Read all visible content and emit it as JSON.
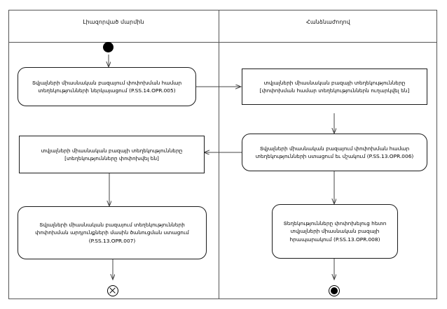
{
  "diagram": {
    "type": "uml-activity-swimlane",
    "lanes": [
      {
        "id": "left",
        "title": "Լիազորված մարմին"
      },
      {
        "id": "right",
        "title": "Հանձնաժողով"
      }
    ],
    "nodes": {
      "initial": {
        "kind": "initial-node",
        "lane": "left"
      },
      "a1": {
        "kind": "activity",
        "lane": "left",
        "text": "Տվյալների միասնական բազայում փոփոխման համար\nտեղեկությունների ներկայացում (P.SS.14.OPR.005)"
      },
      "o1": {
        "kind": "object-node",
        "lane": "right",
        "text": "տվյալների միասնական բազայի տեղեկությունները\n[փոփոխման համար տեղեկություններն ուղարկվել են]"
      },
      "a2": {
        "kind": "activity",
        "lane": "right",
        "text": "Տվյալների միասնական բազայում փոփոխման համար\nտեղեկությունների ստացում եւ մշակում (P.SS.13.OPR.006)"
      },
      "o2": {
        "kind": "object-node",
        "lane": "left",
        "text": "տվյալների միասնական բազայի տեղեկությունները\n[տեղեկությունները փոփոխվել են]"
      },
      "a3": {
        "kind": "activity",
        "lane": "left",
        "text": "Տվյալների միասնական բազայում տեղեկությունների\nփոփոխման արդյունքների մասին ծանուցման ստացում\n(P.SS.13.OPR.007)"
      },
      "a4": {
        "kind": "activity",
        "lane": "right",
        "text": "Տեղեկությունները փոփոխելուց հետո\nտվյալների միասնական բազայի\nհրապարակում (P.SS.13.OPR.008)"
      },
      "flow_final": {
        "kind": "flow-final-node",
        "lane": "left"
      },
      "activity_final": {
        "kind": "activity-final-node",
        "lane": "right"
      }
    },
    "edges": [
      {
        "from": "initial",
        "to": "a1"
      },
      {
        "from": "a1",
        "to": "o1"
      },
      {
        "from": "o1",
        "to": "a2"
      },
      {
        "from": "a2",
        "to": "o2"
      },
      {
        "from": "a2",
        "to": "a4"
      },
      {
        "from": "o2",
        "to": "a3"
      },
      {
        "from": "a3",
        "to": "flow_final"
      },
      {
        "from": "a4",
        "to": "activity_final"
      }
    ],
    "colors": {
      "stroke": "#1a1a1a",
      "lane_stroke": "#555555",
      "edge": "#444444",
      "background": "#ffffff"
    }
  }
}
